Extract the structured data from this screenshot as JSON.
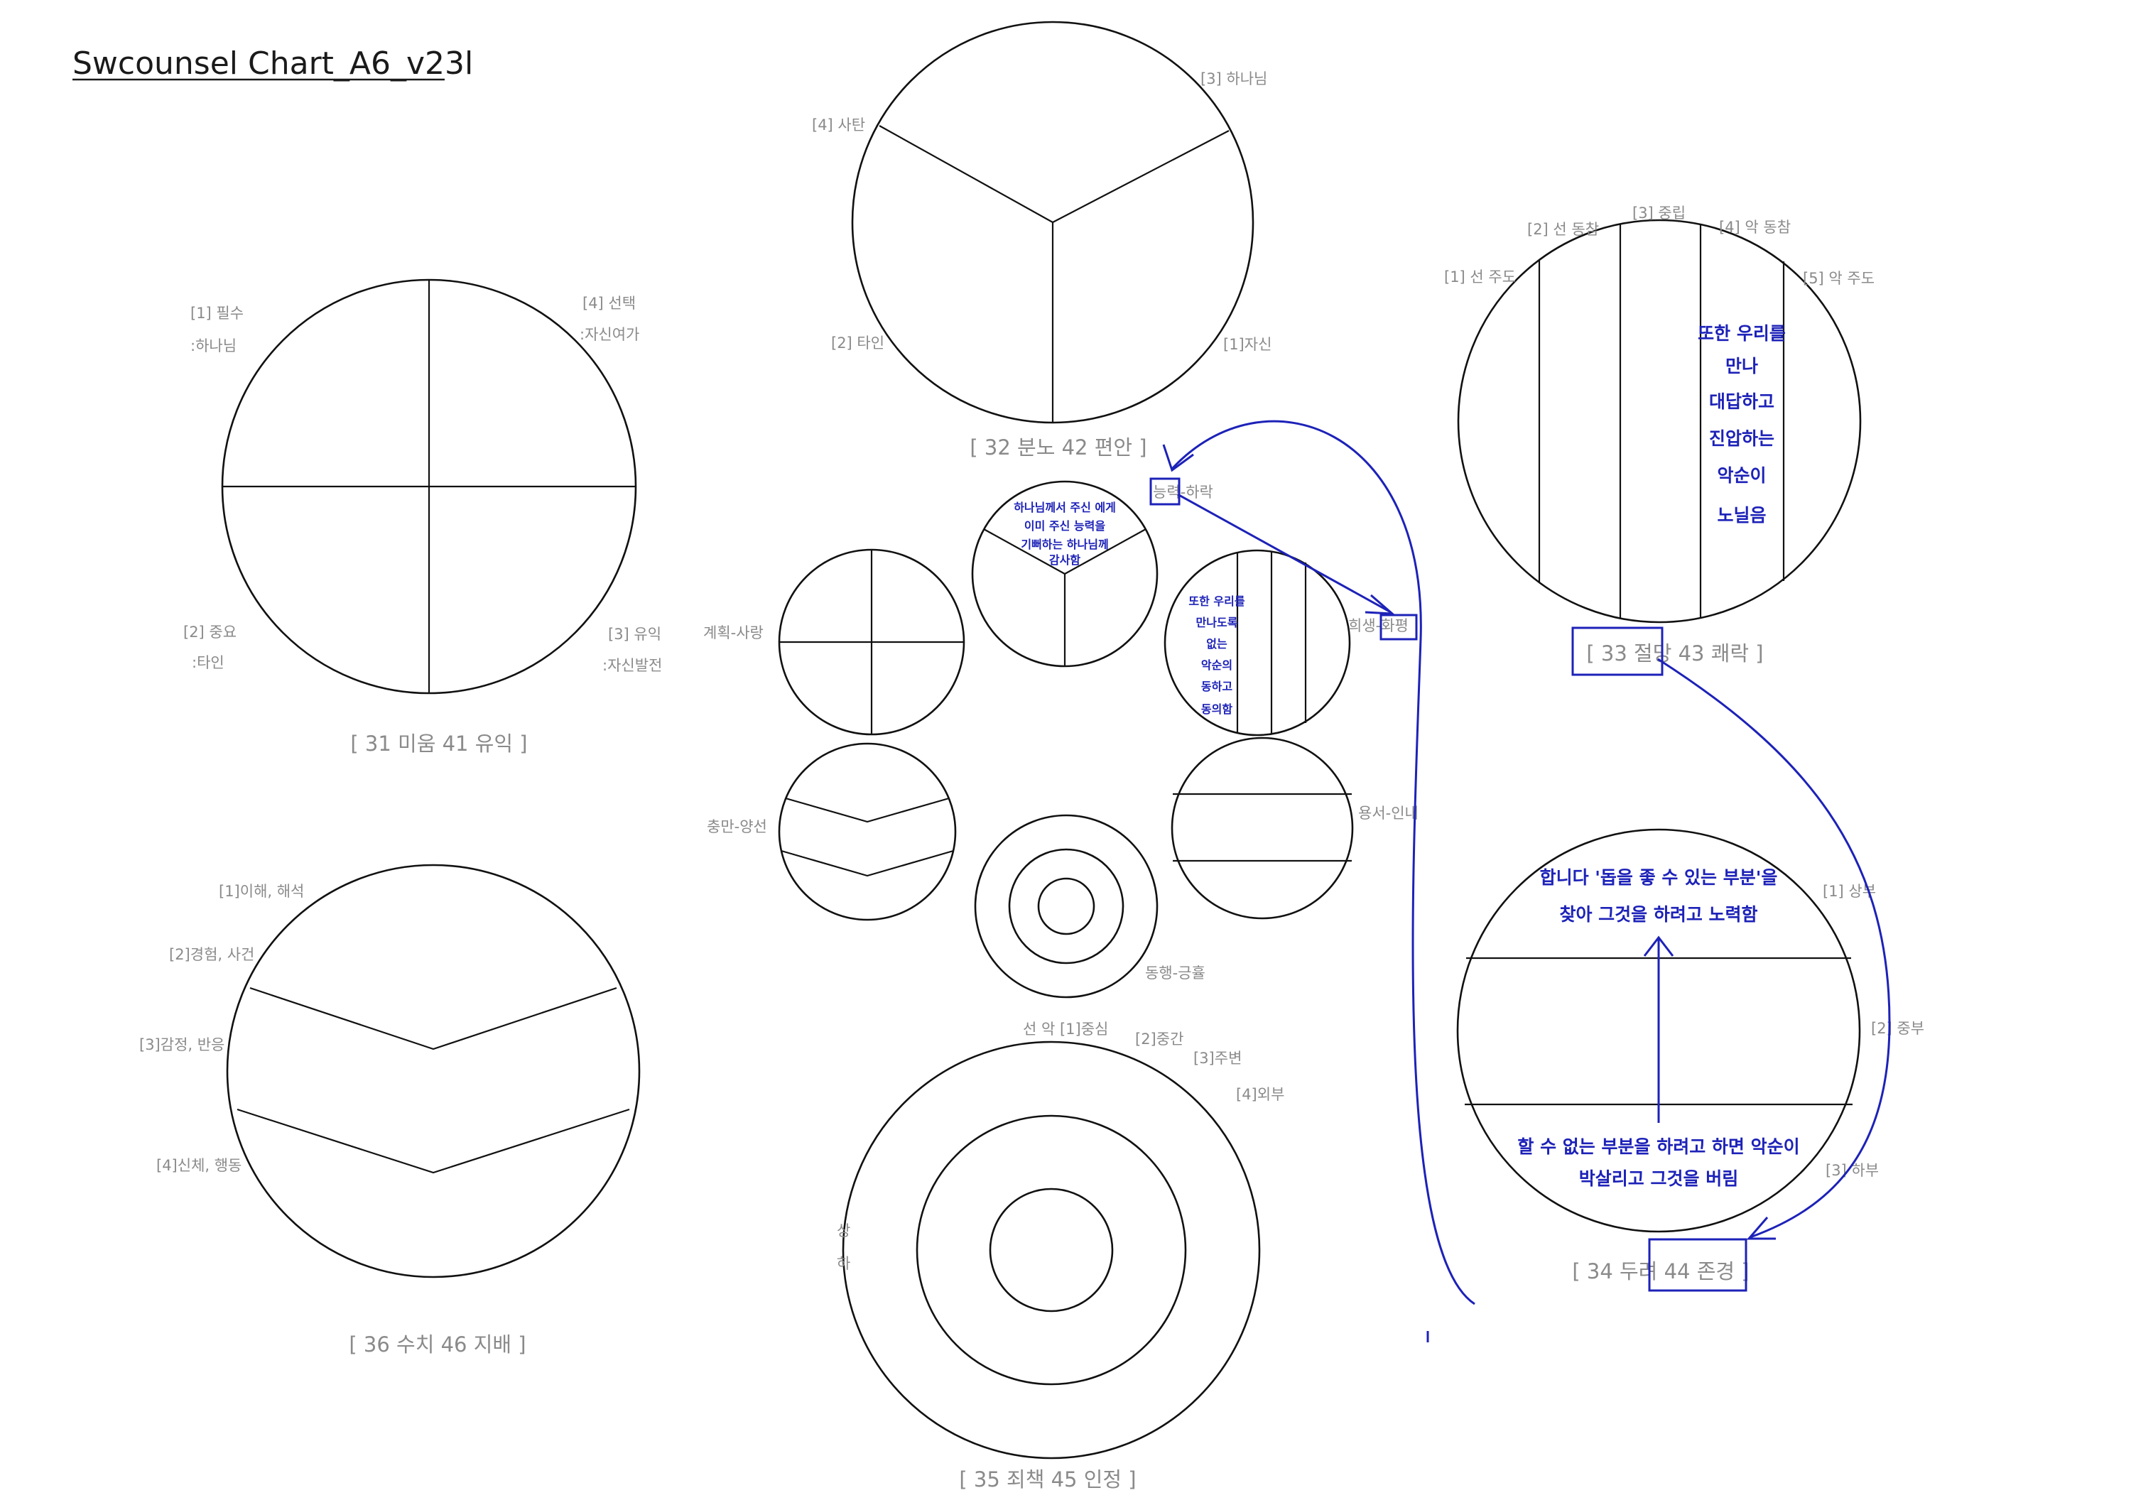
{
  "title": "Swcounsel Chart_A6_v23l",
  "chart_31": {
    "caption": "[ 31 미움  41 유익 ]",
    "q1_a": "[1] 필수",
    "q1_b": ":하나님",
    "q4_a": "[4] 선택",
    "q4_b": ":자신여가",
    "q2_a": "[2] 중요",
    "q2_b": ":타인",
    "q3_a": "[3] 유익",
    "q3_b": ":자신발전"
  },
  "chart_32": {
    "caption": "[ 32 분노  42 편안  ]",
    "s1": "[4] 사탄",
    "s2": "[3] 하나님",
    "s3": "[2] 타인",
    "s4": "[1]자신"
  },
  "chart_33": {
    "caption": "[ 33 절망  43 쾌락 ]",
    "c1": "[1] 선 주도",
    "c2": "[2] 선 동참",
    "c3": "[3] 중립",
    "c4": "[4] 악 동참",
    "c5": "[5] 악 주도",
    "note": [
      "또한 우리를",
      "만나",
      "대답하고",
      "진압하는",
      "악순이",
      "노닐음"
    ]
  },
  "chart_34": {
    "caption": "[ 34 두려  44 존경 ]",
    "r1": "[1] 상부",
    "r2": "[2] 중부",
    "r3": "[3] 하부",
    "note_top": [
      "합니다 '돕을 좋 수 있는 부분'을",
      "찾아 그것을 하려고 노력함"
    ],
    "note_bottom": [
      "할 수 없는 부분을 하려고 하면 악순이",
      "박살리고 그것을 버림"
    ]
  },
  "chart_35": {
    "caption": "[ 35 죄책  45 인정 ]",
    "top": "선  악  [1]중심",
    "m2": "[2]중간",
    "m3": "[3]주변",
    "m4": "[4]외부",
    "up": "상",
    "down": "하"
  },
  "chart_36": {
    "caption": "[ 36 수치  46 지배 ]",
    "l1": "[1]이해, 해석",
    "l2": "[2]경험, 사건",
    "l3": "[3]감정, 반응",
    "l4": "[4]신체, 행동"
  },
  "center": {
    "top_label": "능력-하락",
    "top_note": [
      "하나님께서 주신 에게",
      "이미 주신 능력을",
      "기뻐하는 하나님께",
      "감사함"
    ],
    "right_label": "희생-화평",
    "right_note": [
      "또한 우리를",
      "만나도록",
      "없는",
      "악순의",
      "동하고",
      "동의함"
    ],
    "left_label": "계획-사랑",
    "lower_left_label": "충만-양선",
    "lower_right_label": "용서-인내",
    "bottom_label": "동행-긍휼"
  }
}
